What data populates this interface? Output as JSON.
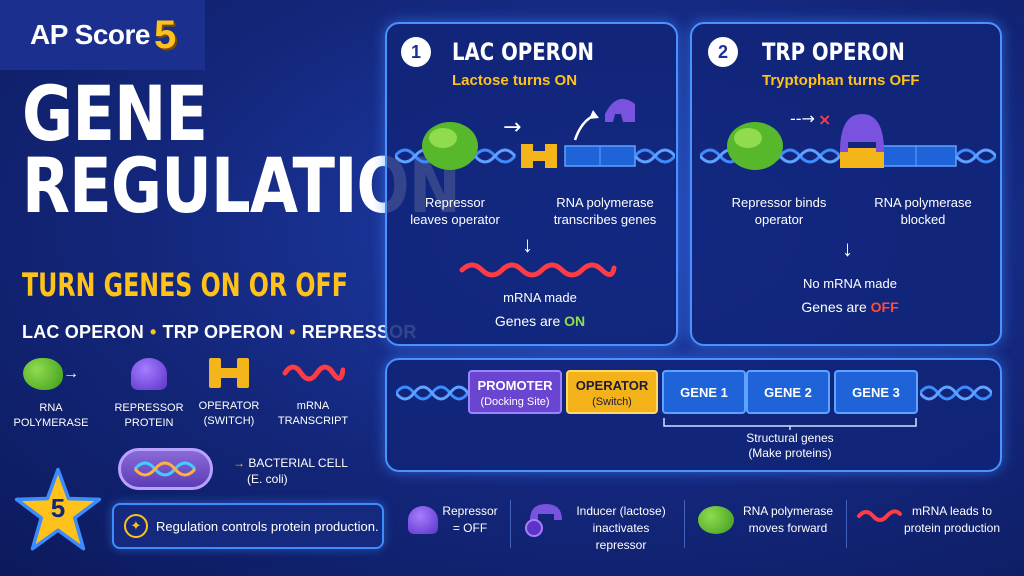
{
  "logo": {
    "text": "AP Score",
    "num": "5"
  },
  "title": {
    "line1": "GENE",
    "line2": "REGULATION",
    "subtitle": "TURN GENES ON OR OFF"
  },
  "topics": [
    "LAC OPERON",
    "TRP OPERON",
    "REPRESSOR"
  ],
  "legend": [
    {
      "label1": "RNA",
      "label2": "POLYMERASE",
      "icon": "rna-polymerase-icon"
    },
    {
      "label1": "REPRESSOR",
      "label2": "PROTEIN",
      "icon": "repressor-icon"
    },
    {
      "label1": "OPERATOR",
      "label2": "(SWITCH)",
      "icon": "operator-icon"
    },
    {
      "label1": "mRNA",
      "label2": "TRANSCRIPT",
      "icon": "mrna-icon"
    }
  ],
  "cell": {
    "line1": "BACTERIAL CELL",
    "line2": "(E. coli)"
  },
  "star": {
    "num": "5"
  },
  "tip": {
    "text": "Regulation controls protein production."
  },
  "lac": {
    "num": "1",
    "title": "LAC OPERON",
    "sub": "Lactose turns ON",
    "cap1a": "Repressor",
    "cap1b": "leaves operator",
    "cap2a": "RNA polymerase",
    "cap2b": "transcribes genes",
    "result": "mRNA made",
    "genes": "Genes are",
    "state": "ON"
  },
  "trp": {
    "num": "2",
    "title": "TRP OPERON",
    "sub": "Tryptophan turns OFF",
    "cap1a": "Repressor binds",
    "cap1b": "operator",
    "cap2a": "RNA polymerase",
    "cap2b": "blocked",
    "result": "No mRNA made",
    "genes": "Genes are",
    "state": "OFF"
  },
  "operon": {
    "promoter": "PROMOTER",
    "promoter_sub": "(Docking Site)",
    "operator": "OPERATOR",
    "operator_sub": "(Switch)",
    "genes": [
      "GENE 1",
      "GENE 2",
      "GENE 3"
    ],
    "struct1": "Structural genes",
    "struct2": "(Make proteins)"
  },
  "bottom": [
    {
      "l1": "Repressor",
      "l2": "= OFF"
    },
    {
      "l1": "Inducer (lactose)",
      "l2": "inactivates repressor"
    },
    {
      "l1": "RNA polymerase",
      "l2": "moves forward"
    },
    {
      "l1": "mRNA leads to",
      "l2": "protein production"
    }
  ],
  "colors": {
    "accent": "#ffc21a",
    "on": "#8de04a",
    "off": "#ff4a3d",
    "panel_border": "#4a92ff"
  }
}
